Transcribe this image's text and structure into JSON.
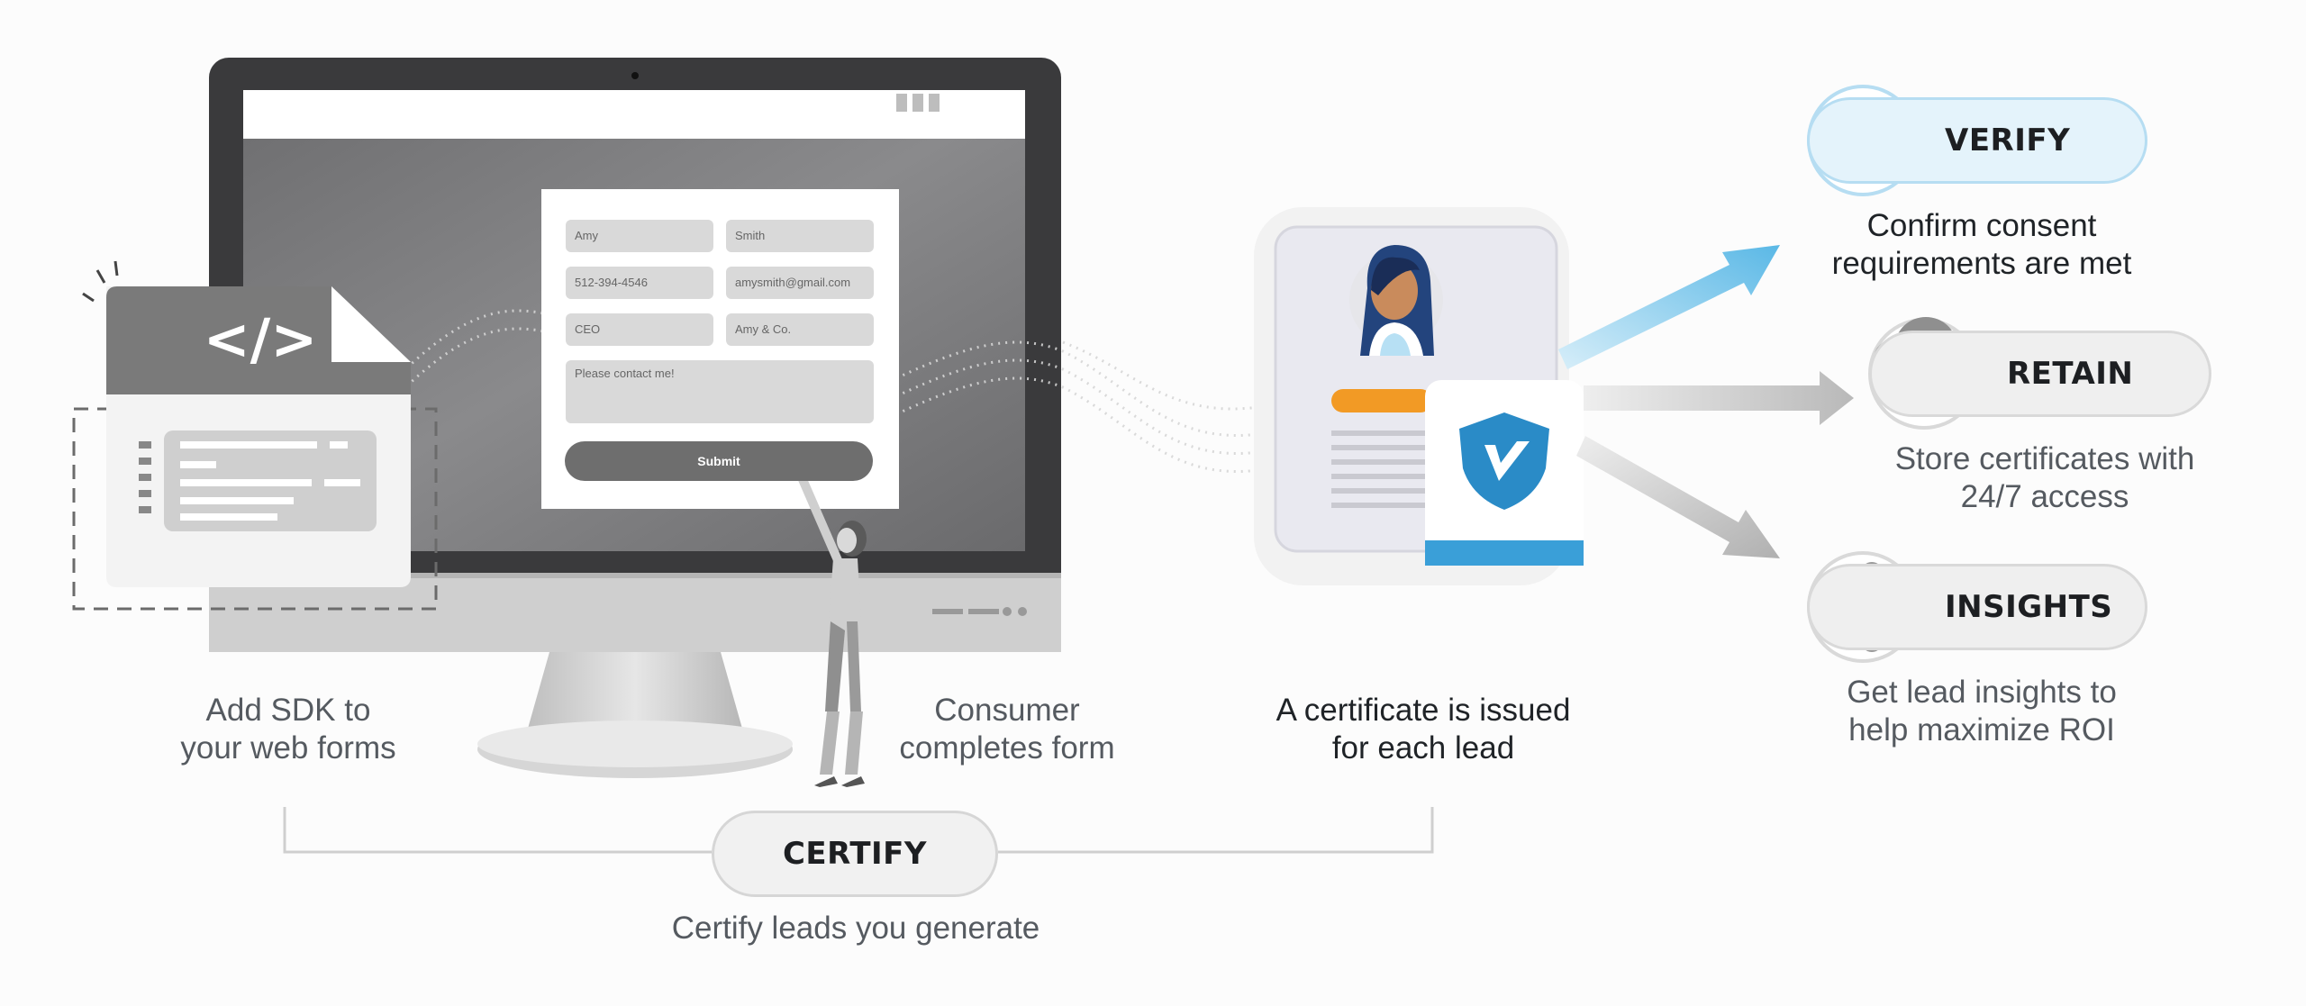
{
  "form": {
    "first_name": "Amy",
    "last_name": "Smith",
    "phone": "512-394-4546",
    "email": "amysmith@gmail.com",
    "title": "CEO",
    "company": "Amy & Co.",
    "message": "Please contact me!",
    "submit_label": "Submit"
  },
  "sdk_icon": {
    "code_symbol": "</>"
  },
  "captions": {
    "add_sdk": [
      "Add SDK to",
      "your web forms"
    ],
    "consumer": [
      "Consumer",
      "completes form"
    ],
    "certificate": [
      "A certificate is issued",
      "for each lead"
    ],
    "certify": "Certify leads you generate"
  },
  "stages": {
    "certify": "CERTIFY",
    "verify": {
      "label": "VERIFY",
      "desc": [
        "Confirm consent",
        "requirements are met"
      ]
    },
    "retain": {
      "label": "RETAIN",
      "desc": [
        "Store certificates with",
        "24/7 access"
      ]
    },
    "insights": {
      "label": "INSIGHTS",
      "desc": [
        "Get lead insights to",
        "help maximize ROI"
      ]
    }
  },
  "colors": {
    "accent_blue": "#3a9fd8",
    "accent_orange": "#f29a25",
    "light_blue": "#e4f3fb",
    "grey": "#6e6e6e"
  }
}
